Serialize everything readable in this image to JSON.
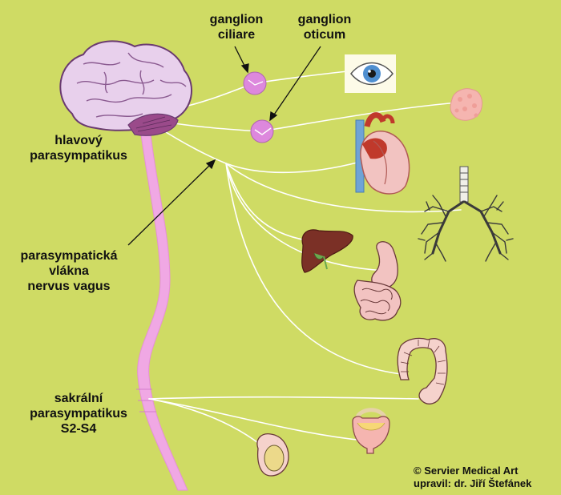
{
  "labels": {
    "ganglion_ciliare": [
      "ganglion",
      "ciliare"
    ],
    "ganglion_oticum": [
      "ganglion",
      "oticum"
    ],
    "hlavovy": [
      "hlavový",
      "parasympatikus"
    ],
    "vagus": [
      "parasympatická",
      "vlákna",
      "nervus vagus"
    ],
    "sakralni": [
      "sakrální",
      "parasympatikus",
      "S2-S4"
    ]
  },
  "credit": [
    "© Servier Medical Art",
    "upravil: dr. Jiří Štefánek"
  ],
  "colors": {
    "background": "#cfdb64",
    "nerve": "#ffffff",
    "spinal_cord": "#f0a8e4",
    "ganglion": "#dd88dd",
    "brain": "#e8d0ec",
    "brain_outline": "#6a3a70",
    "heart": "#c0392b",
    "liver": "#7b3026",
    "stomach": "#f2c3c1",
    "colon": "#f5d2cc"
  },
  "icons": {
    "brain": "brain-icon",
    "eye": "eye-icon",
    "gland": "salivary-gland-icon",
    "heart": "heart-icon",
    "lungs": "lungs-icon",
    "liver": "liver-icon",
    "stomach": "stomach-icon",
    "colon": "colon-icon",
    "bladder": "bladder-icon",
    "testis": "testis-icon"
  }
}
